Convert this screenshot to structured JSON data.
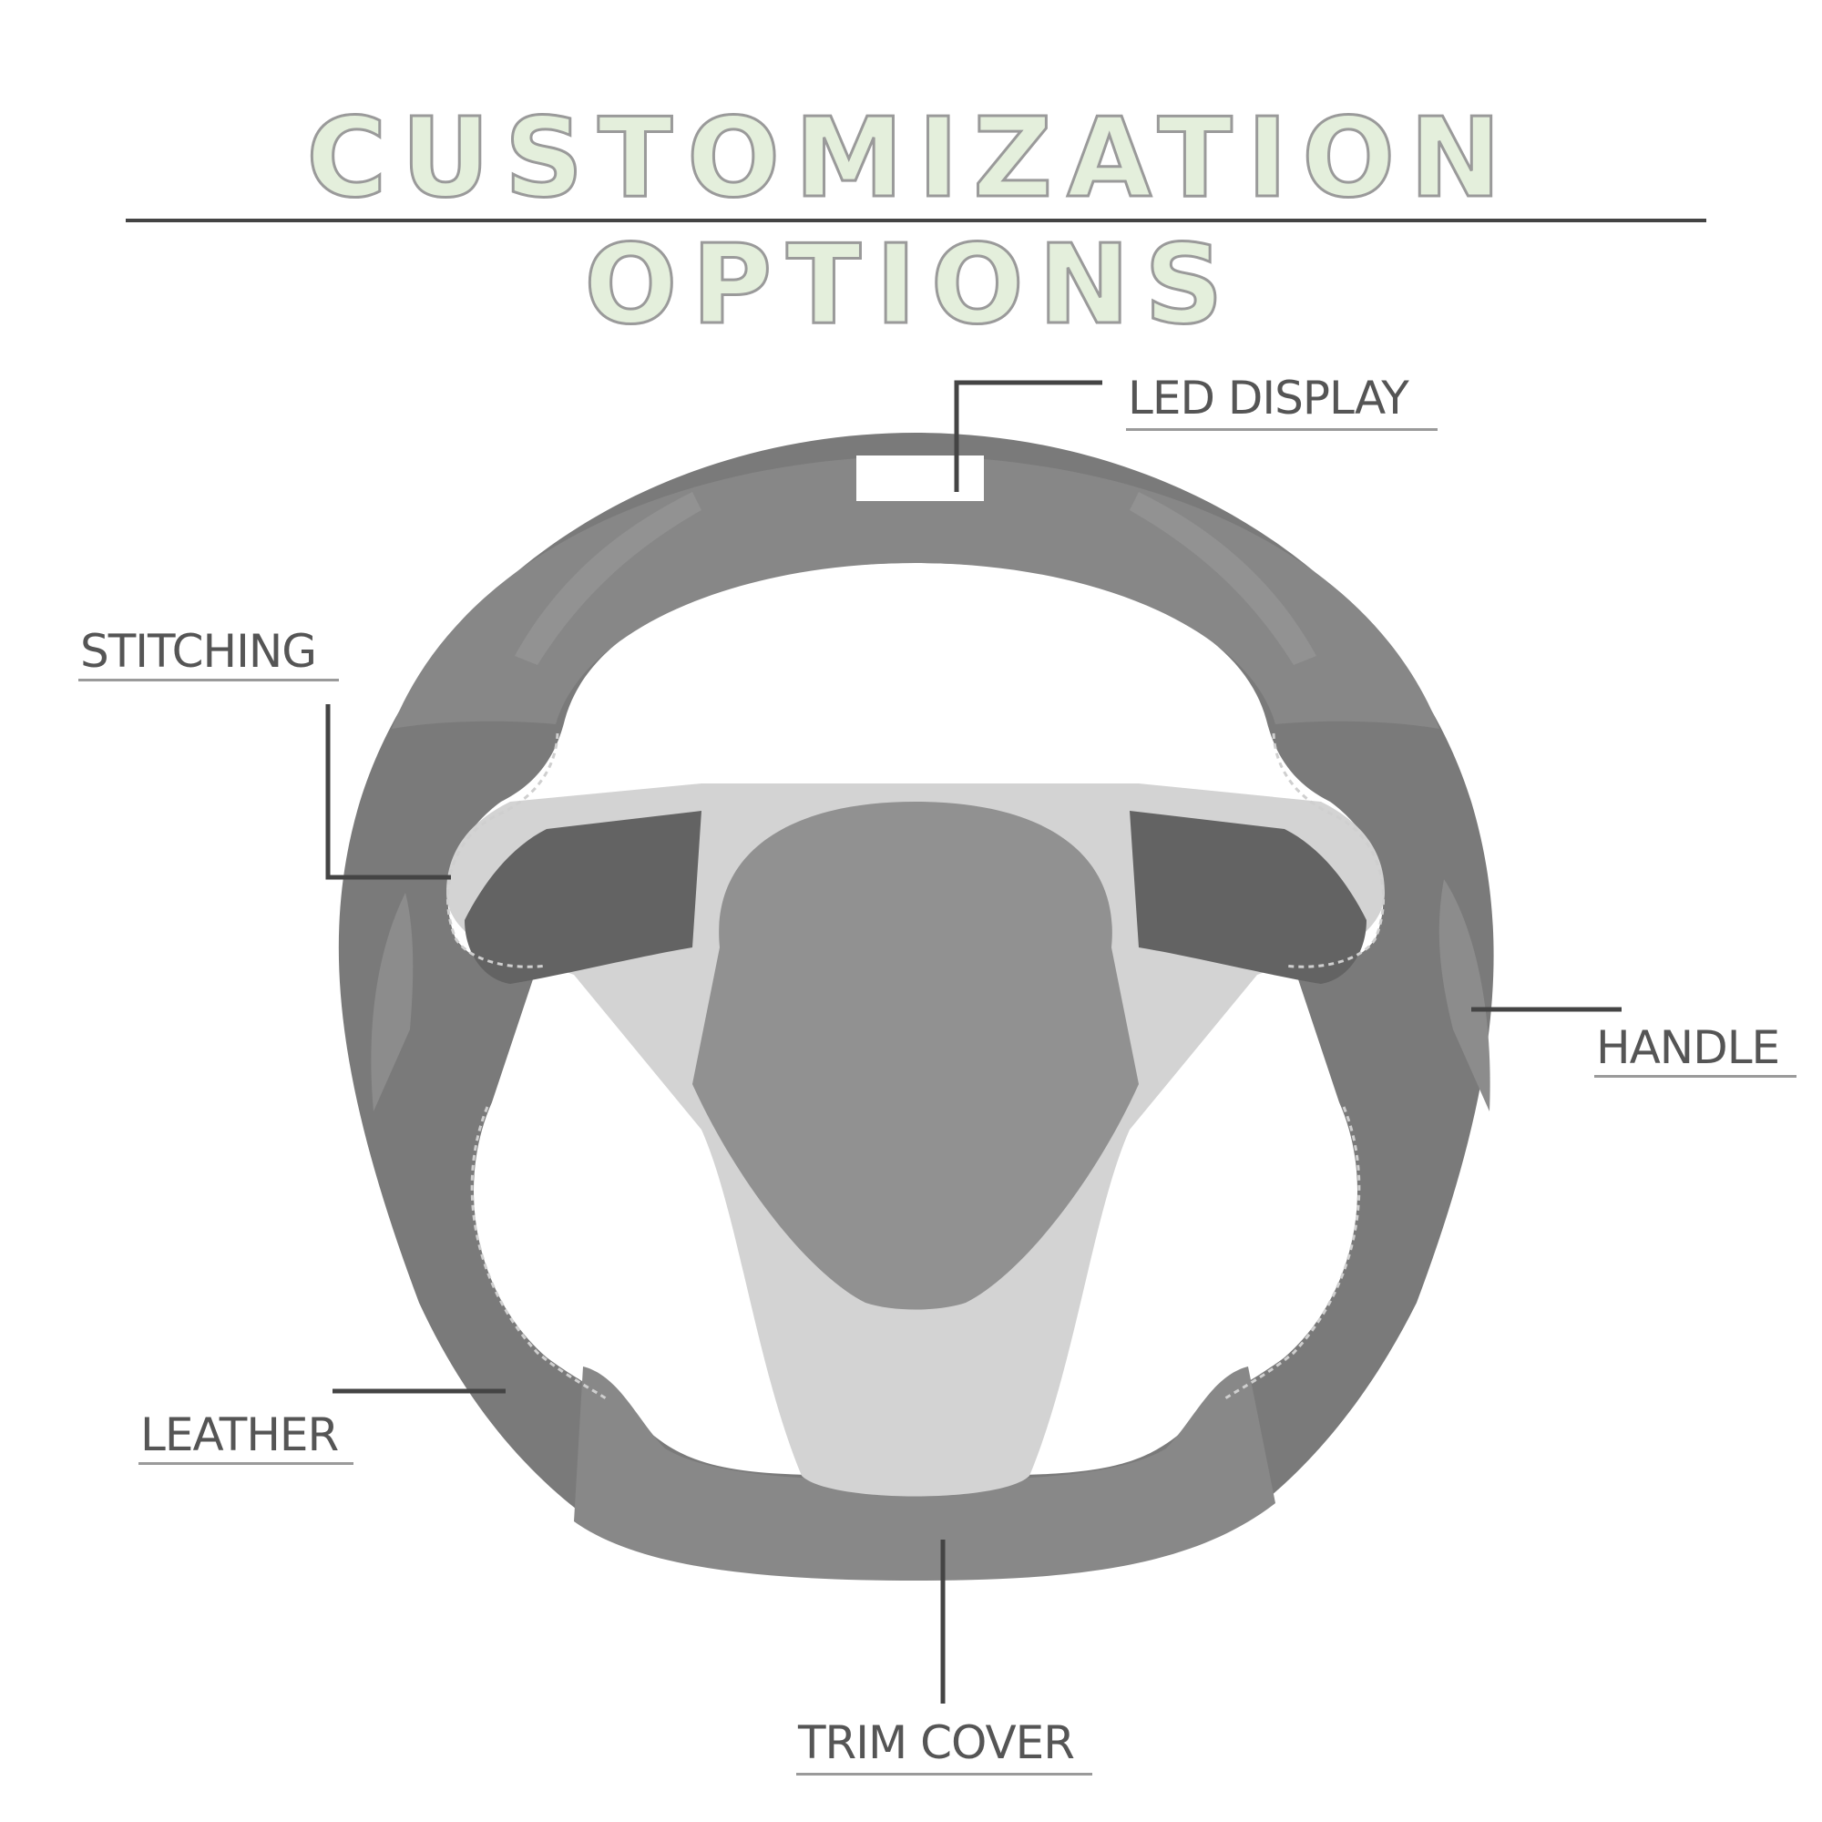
{
  "title": "CUSTOMIZATION OPTIONS",
  "labels": {
    "led_display": "LED DISPLAY",
    "stitching": "STITCHING",
    "handle": "HANDLE",
    "leather": "LEATHER",
    "trim_cover": "TRIM COVER"
  },
  "colors": {
    "title_fill": "#e4efdc",
    "rim_dark": "#727272",
    "rim_mid": "#878787",
    "hub": "#919191",
    "trim": "#d3d3d3",
    "spoke_dark": "#636363",
    "leader_line": "#444444"
  }
}
